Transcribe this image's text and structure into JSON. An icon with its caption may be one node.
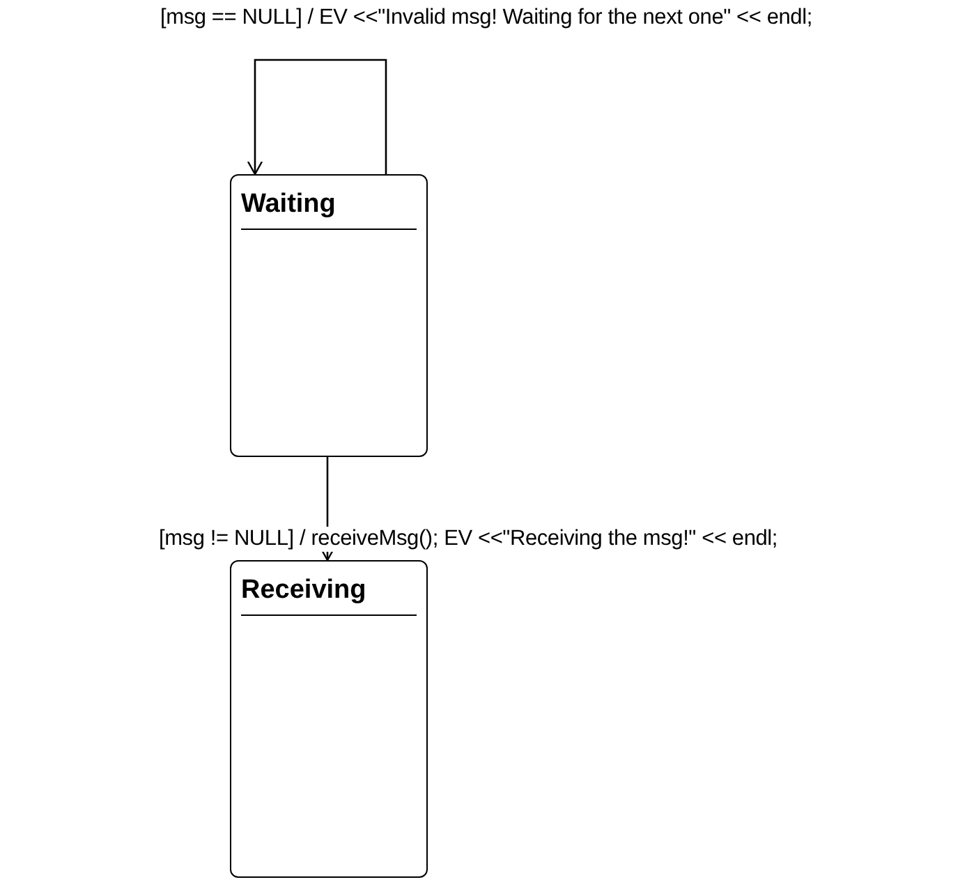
{
  "diagram": {
    "nodes": [
      {
        "text": [
          "Waiting"
        ]
      },
      {
        "text": [
          "Receiving"
        ]
      }
    ],
    "edges": [
      {
        "from": 0,
        "to": 0,
        "arrow": "to",
        "label": "[msg == NULL] / EV <<\"Invalid msg! Waiting for the next one\" << endl;"
      },
      {
        "from": 0,
        "to": 1,
        "arrow": "to",
        "label": "[msg != NULL] / receiveMsg(); EV <<\"Receiving the msg!\" << endl;"
      }
    ]
  }
}
